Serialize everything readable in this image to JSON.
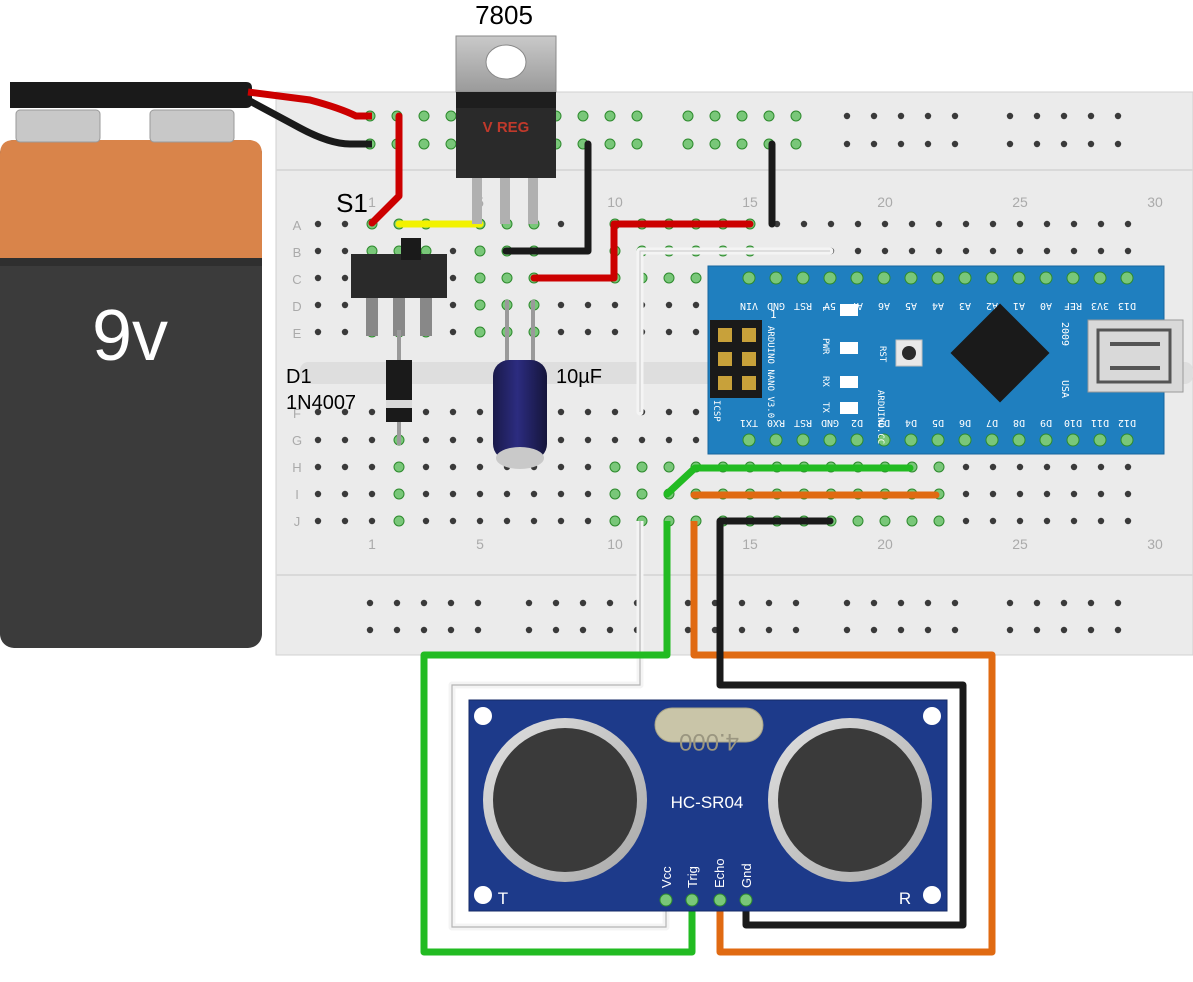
{
  "battery": {
    "label": "9v"
  },
  "regulator": {
    "name": "7805",
    "label": "V REG"
  },
  "switch": {
    "name": "S1"
  },
  "diode": {
    "name": "D1",
    "part": "1N4007"
  },
  "capacitor": {
    "label": "10µF"
  },
  "breadboard": {
    "rows_top": [
      "A",
      "B",
      "C",
      "D",
      "E"
    ],
    "rows_bottom": [
      "F",
      "G",
      "H",
      "I",
      "J"
    ],
    "col_numbers": [
      "1",
      "5",
      "10",
      "15",
      "20",
      "25",
      "30"
    ]
  },
  "arduino": {
    "top_pins": [
      "D13",
      "3V3",
      "REF",
      "A0",
      "A1",
      "A2",
      "A3",
      "A4",
      "A5",
      "A6",
      "A7",
      "5V",
      "RST",
      "GND",
      "VIN"
    ],
    "bottom_pins": [
      "D12",
      "D11",
      "D10",
      "D9",
      "D8",
      "D7",
      "D6",
      "D5",
      "D4",
      "D3",
      "D2",
      "GND",
      "RST",
      "RX0",
      "TX1"
    ],
    "board_text": "ARDUINO NANO V3.0",
    "site": "ARDUINO.CC",
    "led_labels": [
      "L",
      "PWR",
      "RX",
      "TX"
    ],
    "rst_label": "RST",
    "icsp_label": "ICSP",
    "icsp_pin1": "1",
    "usa_label": "USA",
    "year_label": "2009"
  },
  "sensor": {
    "name": "HC-SR04",
    "crystal": "4.000",
    "left_label": "T",
    "right_label": "R",
    "pins": [
      "Vcc",
      "Trig",
      "Echo",
      "Gnd"
    ]
  },
  "colors": {
    "battery_top": "#d9844a",
    "battery_body": "#3b3b3b",
    "breadboard": "#ebebeb",
    "hole_highlight": "#79c779",
    "arduino": "#1f7fbf",
    "sensor": "#1d3a8a",
    "wire_red": "#cc0000",
    "wire_black": "#1a1a1a",
    "wire_green": "#22bb22",
    "wire_orange": "#e06a12",
    "wire_white": "#f4f4f4",
    "wire_yellow": "#f2f200"
  }
}
